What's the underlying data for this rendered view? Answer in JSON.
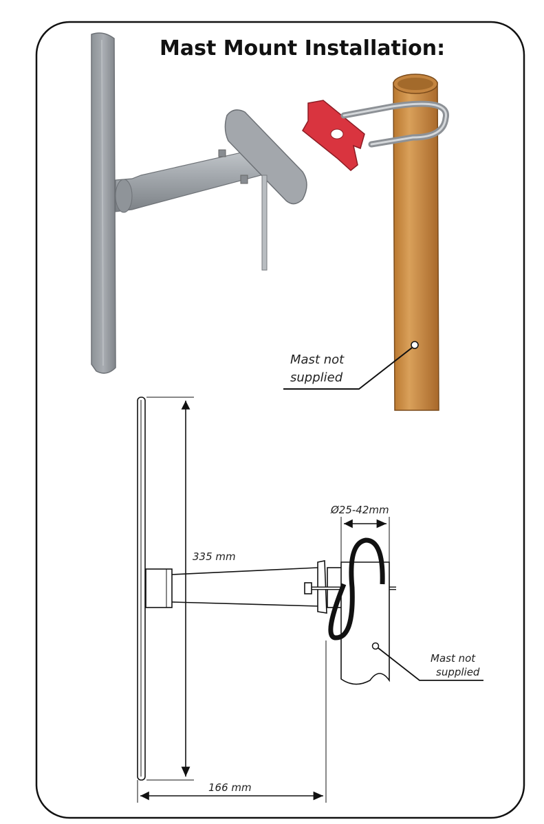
{
  "title": "Mast Mount Installation:",
  "upper_callout": {
    "line1": "Mast not",
    "line2": "supplied"
  },
  "lower_callout": {
    "line1": "Mast not",
    "line2": "supplied"
  },
  "dimensions": {
    "height": "335 mm",
    "depth": "166 mm",
    "mast_diameter": "Ø25-42mm"
  },
  "colors": {
    "mast_wood": "#c88a3c",
    "clamp_red": "#d9343f",
    "antenna_gray": "#9a9ea4"
  }
}
